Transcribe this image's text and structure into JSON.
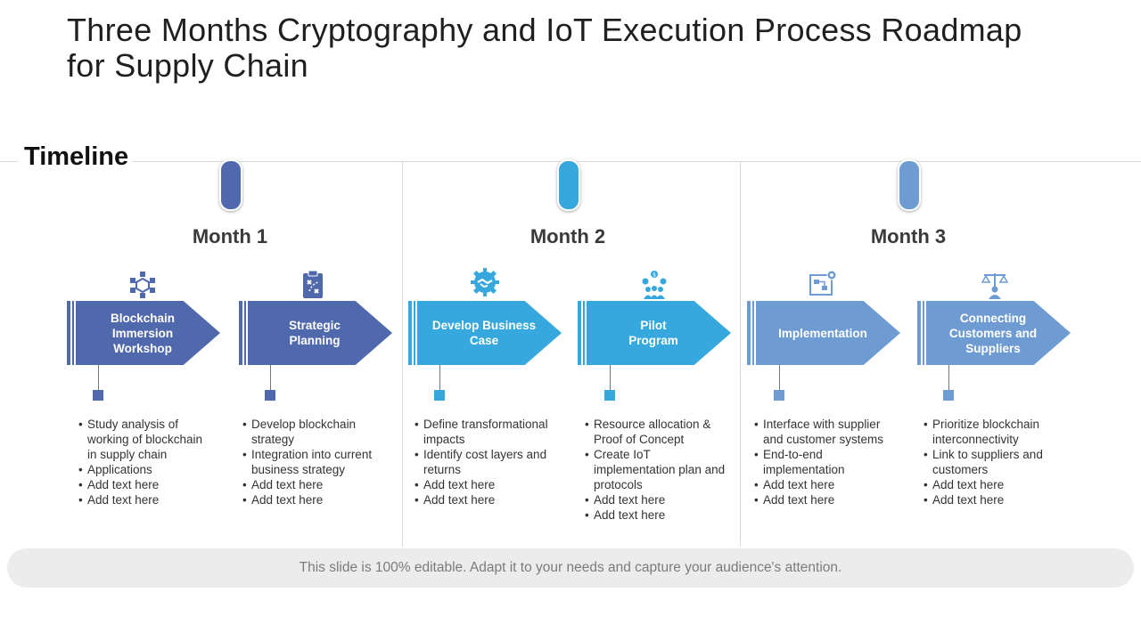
{
  "title": "Three Months Cryptography  and IoT Execution Process Roadmap for Supply Chain",
  "timeline_label": "Timeline",
  "colors": {
    "month1": "#5068ac",
    "month2": "#36a8dd",
    "month3": "#6f9bd3"
  },
  "months": [
    {
      "label": "Month 1",
      "color": "#5068ac"
    },
    {
      "label": "Month 2",
      "color": "#36a8dd"
    },
    {
      "label": "Month 3",
      "color": "#6f9bd3"
    }
  ],
  "steps": [
    {
      "label": "Blockchain\nImmersion\nWorkshop",
      "icon": "network-nodes-icon",
      "bullets": [
        "Study analysis of working of blockchain in supply chain",
        "Applications",
        "Add text here",
        "Add text here"
      ]
    },
    {
      "label": "Strategic\nPlanning",
      "icon": "clipboard-strategy-icon",
      "bullets": [
        "Develop blockchain strategy",
        "Integration into current business strategy",
        "Add text here",
        "Add text here"
      ]
    },
    {
      "label": "Develop Business\nCase",
      "icon": "gear-handshake-icon",
      "bullets": [
        "Define transformational impacts",
        "Identify cost layers and returns",
        "Add text here",
        "Add text here"
      ]
    },
    {
      "label": "Pilot\nProgram",
      "icon": "team-dollar-icon",
      "bullets": [
        "Resource allocation & Proof of Concept",
        "Create IoT implementation plan and protocols",
        "Add text here",
        "Add text here"
      ]
    },
    {
      "label": "Implementation",
      "icon": "flowchart-gear-icon",
      "bullets": [
        "Interface with supplier and customer systems",
        "End-to-end implementation",
        "Add text here",
        "Add text here"
      ]
    },
    {
      "label": "Connecting\nCustomers and\nSuppliers",
      "icon": "scale-people-icon",
      "bullets": [
        "Prioritize blockchain interconnectivity",
        "Link to suppliers and customers",
        "Add text here",
        "Add text here"
      ]
    }
  ],
  "footer": "This slide is 100% editable. Adapt it to your needs and capture your audience's attention."
}
